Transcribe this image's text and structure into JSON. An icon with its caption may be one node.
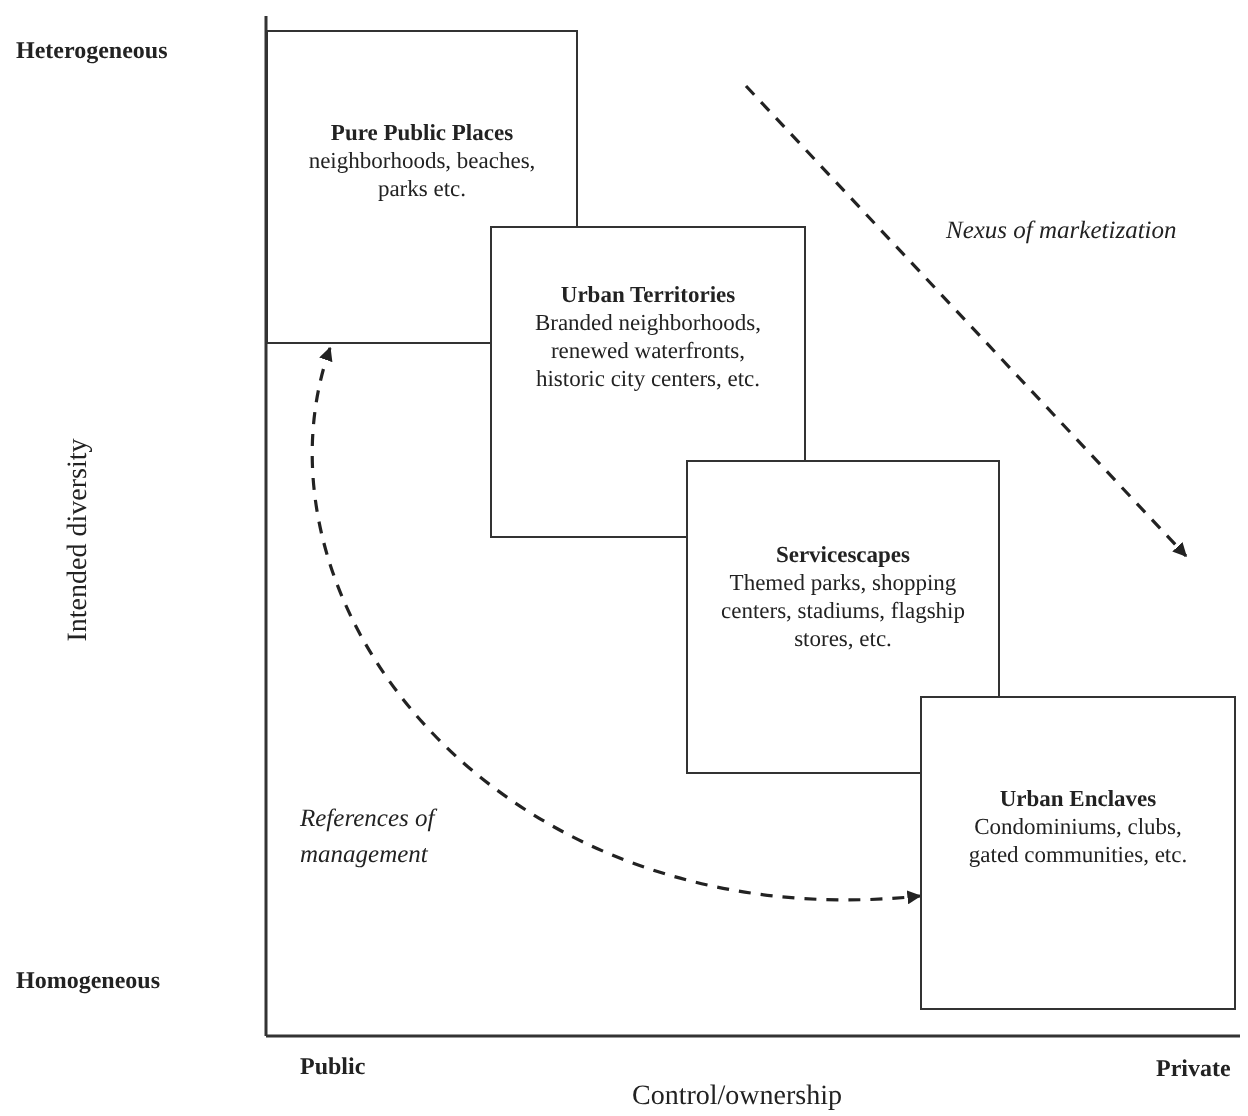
{
  "diagram": {
    "nodes": [
      {
        "text": [
          "Pure Public Places",
          "neighborhoods, beaches, parks etc."
        ]
      },
      {
        "text": [
          "Urban Territories",
          "Branded neighborhoods, renewed waterfronts, historic city centers, etc."
        ]
      },
      {
        "text": [
          "Servicescapes",
          "Themed parks, shopping centers, stadiums, flagship stores, etc."
        ]
      },
      {
        "text": [
          "Urban Enclaves",
          "Condominiums, clubs, gated communities, etc."
        ]
      }
    ],
    "edges": [
      {
        "from": 0,
        "to": 3,
        "arrow": "both",
        "style": "dashed",
        "label": "References of management"
      }
    ],
    "labels": [
      "Heterogeneous",
      "Homogeneous",
      "Intended diversity",
      "Nexus of marketization",
      "Public",
      "Private",
      "Control/ownership"
    ]
  }
}
